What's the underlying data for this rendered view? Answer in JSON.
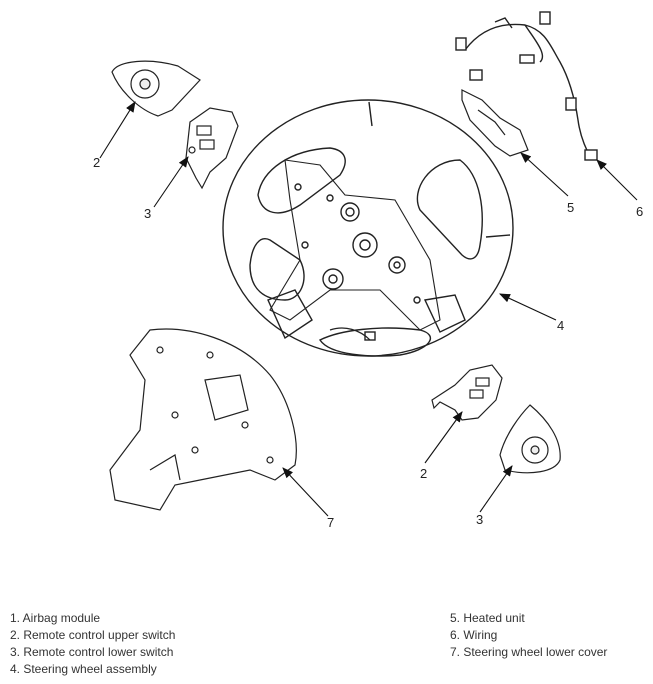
{
  "callouts": {
    "upper_left_2": "2",
    "upper_left_3": "3",
    "heated_5": "5",
    "wiring_6": "6",
    "wheel_4": "4",
    "lower_right_2": "2",
    "lower_right_3": "3",
    "cover_7": "7"
  },
  "legend": {
    "left": [
      "1. Airbag module",
      "2. Remote control upper switch",
      "3. Remote control lower switch",
      "4. Steering wheel assembly"
    ],
    "right": [
      "5. Heated unit",
      "6. Wiring",
      "7. Steering wheel lower cover"
    ]
  }
}
